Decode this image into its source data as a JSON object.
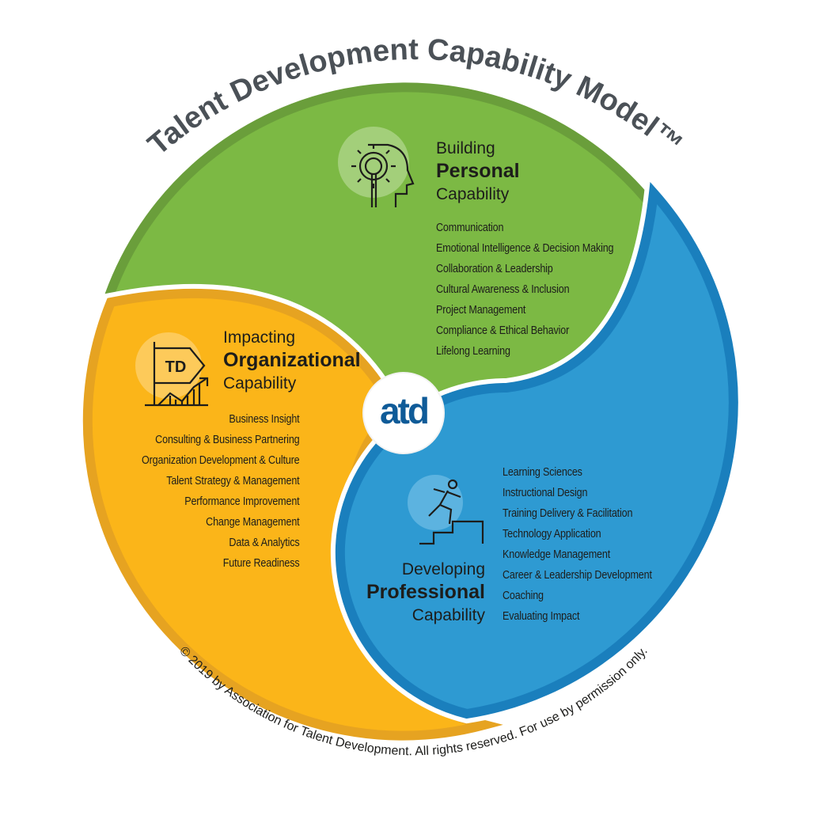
{
  "title": "Talent Development Capability Model™",
  "copyright": "© 2019 by Association for Talent Development. All rights reserved. For use by permission only.",
  "logo": "atd",
  "colors": {
    "green": "#7cb944",
    "green_dark": "#6a9e3b",
    "yellow": "#fbb519",
    "yellow_dark": "#e6a321",
    "blue": "#2e9ad2",
    "blue_dark": "#1a7fbd",
    "title": "#4b5157"
  },
  "personal": {
    "icon": "head-gear-magnifier-icon",
    "line1": "Building",
    "line2": "Personal",
    "line3": "Capability",
    "items": [
      "Communication",
      "Emotional Intelligence & Decision Making",
      "Collaboration & Leadership",
      "Cultural Awareness & Inclusion",
      "Project Management",
      "Compliance & Ethical Behavior",
      "Lifelong Learning"
    ]
  },
  "organizational": {
    "icon": "td-flag-growth-chart-icon",
    "icon_text": "TD",
    "line1": "Impacting",
    "line2": "Organizational",
    "line3": "Capability",
    "items": [
      "Business Insight",
      "Consulting & Business Partnering",
      "Organization Development & Culture",
      "Talent Strategy & Management",
      "Performance Improvement",
      "Change Management",
      "Data & Analytics",
      "Future Readiness"
    ]
  },
  "professional": {
    "icon": "person-climbing-stairs-icon",
    "line1": "Developing",
    "line2": "Professional",
    "line3": "Capability",
    "items": [
      "Learning Sciences",
      "Instructional Design",
      "Training Delivery & Facilitation",
      "Technology Application",
      "Knowledge Management",
      "Career & Leadership Development",
      "Coaching",
      "Evaluating Impact"
    ]
  }
}
